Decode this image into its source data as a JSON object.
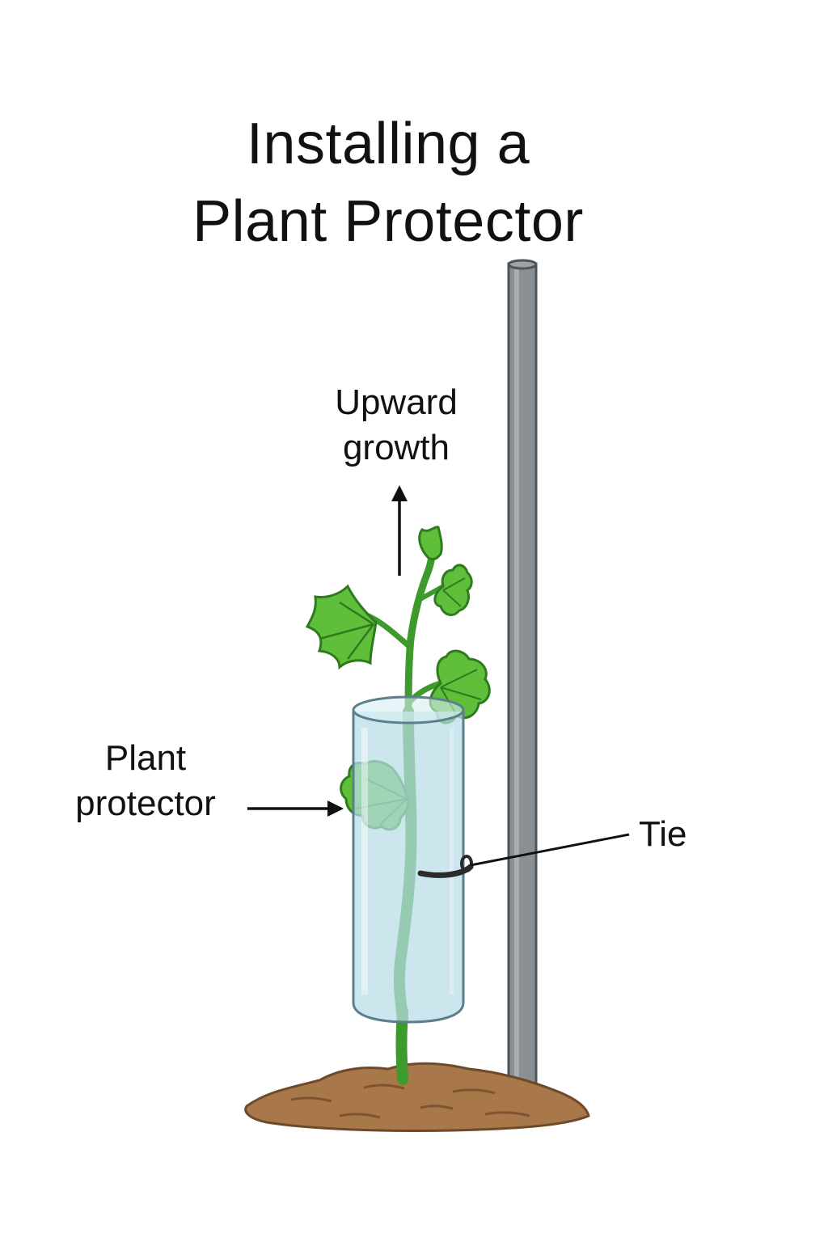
{
  "title": {
    "line1": "Installing a",
    "line2": "Plant Protector"
  },
  "labels": {
    "upward_line1": "Upward",
    "upward_line2": "growth",
    "protector_line1": "Plant",
    "protector_line2": "protector",
    "tie": "Tie"
  },
  "colors": {
    "stake": "#8a8f94",
    "stake_dark": "#5f6468",
    "tube": "#b9dce6",
    "tube_edge": "#5b7f8c",
    "leaf": "#5fbf3a",
    "leaf_dark": "#2f7a1e",
    "stem": "#4aa83a",
    "soil": "#a8774a",
    "soil_dark": "#6e4a2a",
    "ink": "#111111"
  }
}
